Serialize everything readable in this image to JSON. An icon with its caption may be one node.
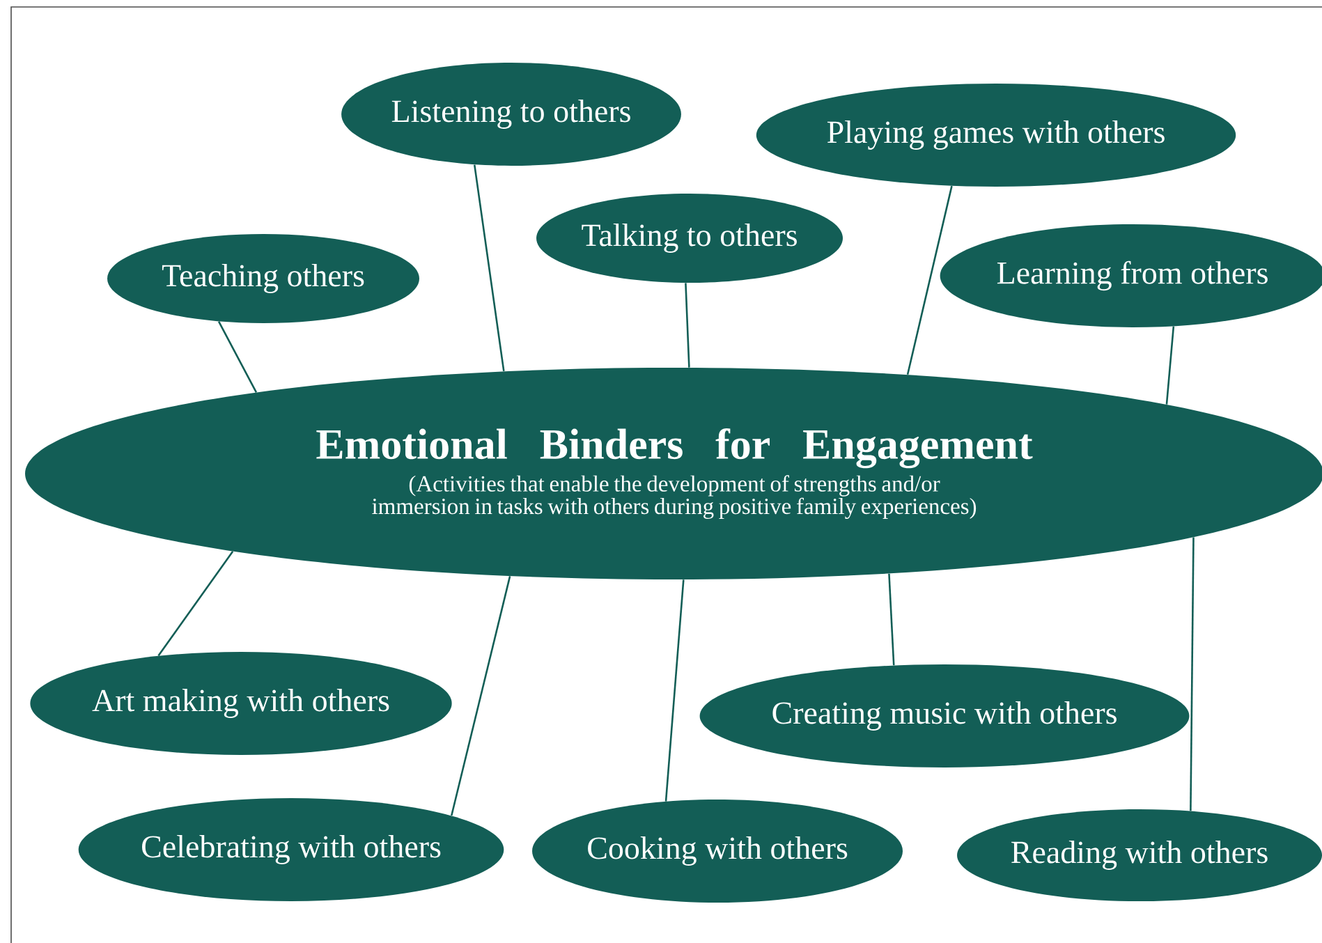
{
  "diagram": {
    "nodes": [
      {
        "text": [
          "Emotional Binders for Engagement",
          "(Activities that enable the development of strengths and/or immersion in tasks with others during positive family experiences)"
        ]
      },
      {
        "text": [
          "Teaching others"
        ]
      },
      {
        "text": [
          "Listening to others"
        ]
      },
      {
        "text": [
          "Talking to others"
        ]
      },
      {
        "text": [
          "Playing games with others"
        ]
      },
      {
        "text": [
          "Learning from others"
        ]
      },
      {
        "text": [
          "Art making with others"
        ]
      },
      {
        "text": [
          "Creating music with others"
        ]
      },
      {
        "text": [
          "Celebrating with others"
        ]
      },
      {
        "text": [
          "Cooking with others"
        ]
      },
      {
        "text": [
          "Reading with others"
        ]
      }
    ],
    "edges": [
      {
        "from": 0,
        "to": 1,
        "arrow": "none"
      },
      {
        "from": 0,
        "to": 2,
        "arrow": "none"
      },
      {
        "from": 0,
        "to": 3,
        "arrow": "none"
      },
      {
        "from": 0,
        "to": 4,
        "arrow": "none"
      },
      {
        "from": 0,
        "to": 5,
        "arrow": "none"
      },
      {
        "from": 0,
        "to": 6,
        "arrow": "none"
      },
      {
        "from": 0,
        "to": 7,
        "arrow": "none"
      },
      {
        "from": 0,
        "to": 8,
        "arrow": "none"
      },
      {
        "from": 0,
        "to": 9,
        "arrow": "none"
      },
      {
        "from": 0,
        "to": 10,
        "arrow": "none"
      }
    ]
  }
}
